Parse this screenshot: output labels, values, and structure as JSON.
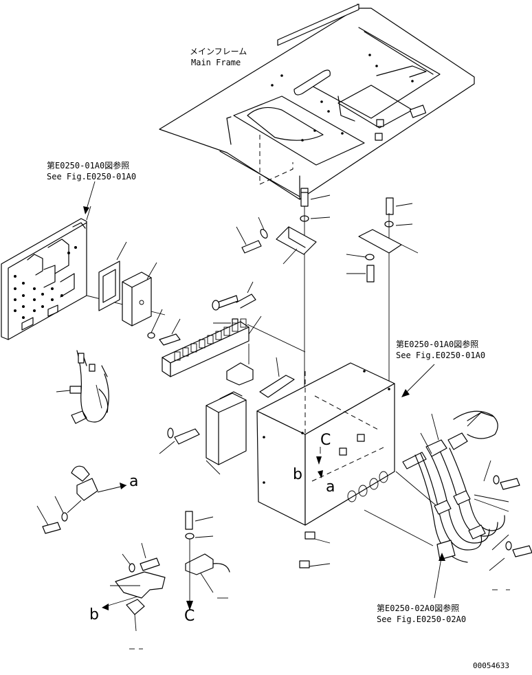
{
  "labels": {
    "main_frame_jp": "メインフレーム",
    "main_frame_en": "Main Frame",
    "ref_top_left_jp": "第E0250-01A0図参照",
    "ref_top_left_en": "See Fig.E0250-01A0",
    "ref_right_jp": "第E0250-01A0図参照",
    "ref_right_en": "See Fig.E0250-01A0",
    "ref_bottom_jp": "第E0250-02A0図参照",
    "ref_bottom_en": "See Fig.E0250-02A0",
    "drawing_number": "00054633"
  },
  "connection_letters": {
    "a_left": "a",
    "a_box": "a",
    "b_box": "b",
    "b_bottom": "b",
    "c_box": "C",
    "c_bottom": "C"
  },
  "icons": [
    "arrow-icon"
  ]
}
